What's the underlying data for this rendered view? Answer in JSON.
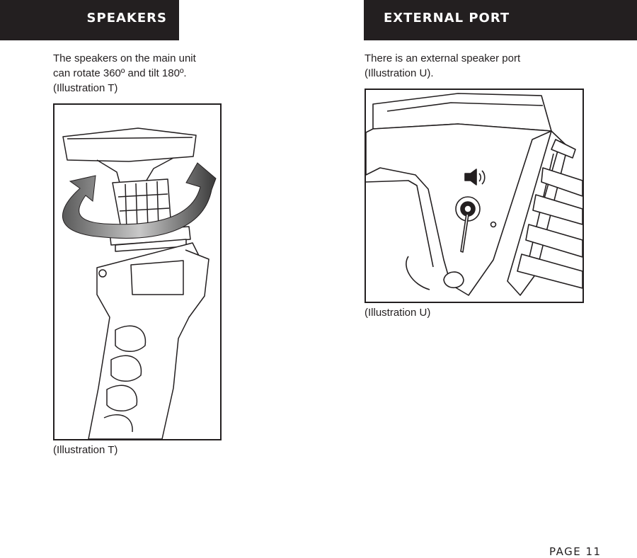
{
  "left": {
    "header": "SPEAKERS",
    "text_lines": [
      "The speakers on the main unit",
      "can rotate 360º and tilt 180º.",
      "(Illustration T)"
    ],
    "caption": "(Illustration T)"
  },
  "right": {
    "header": "EXTERNAL PORT",
    "text_lines": [
      "There is an external speaker port",
      "(Illustration U)."
    ],
    "caption": "(Illustration U)"
  },
  "footer": {
    "page": "PAGE 11"
  },
  "icons": {
    "illustration_t": "speaker-rotation-icon",
    "illustration_u": "speaker-port-icon"
  }
}
